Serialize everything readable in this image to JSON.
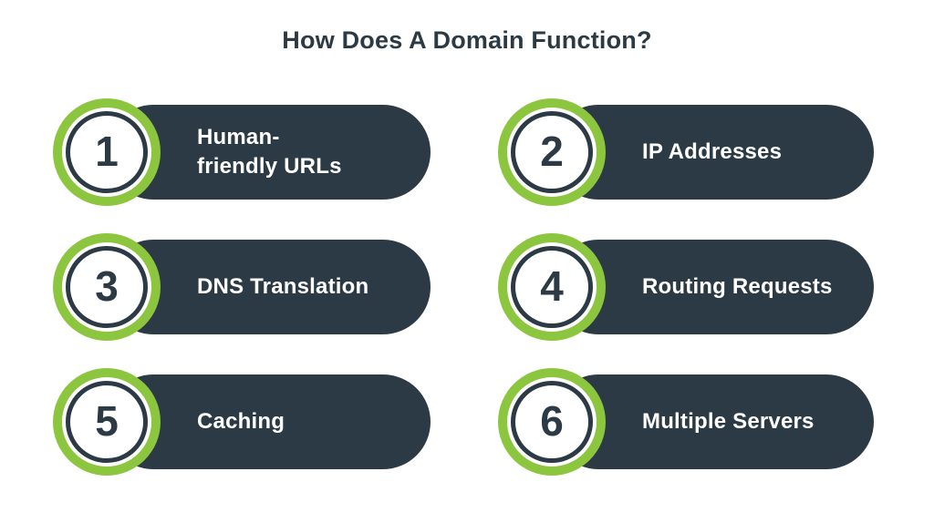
{
  "page": {
    "title": "How Does A Domain Function?"
  },
  "colors": {
    "dark_navy": "#2b3a45",
    "lime_green": "#8cc63f",
    "text_on_pill": "#ffffff",
    "background": "#ffffff"
  },
  "items": [
    {
      "number": "1",
      "label": "Human-\nfriendly URLs"
    },
    {
      "number": "2",
      "label": "IP Addresses"
    },
    {
      "number": "3",
      "label": "DNS Translation"
    },
    {
      "number": "4",
      "label": "Routing Requests"
    },
    {
      "number": "5",
      "label": "Caching"
    },
    {
      "number": "6",
      "label": "Multiple Servers"
    }
  ]
}
